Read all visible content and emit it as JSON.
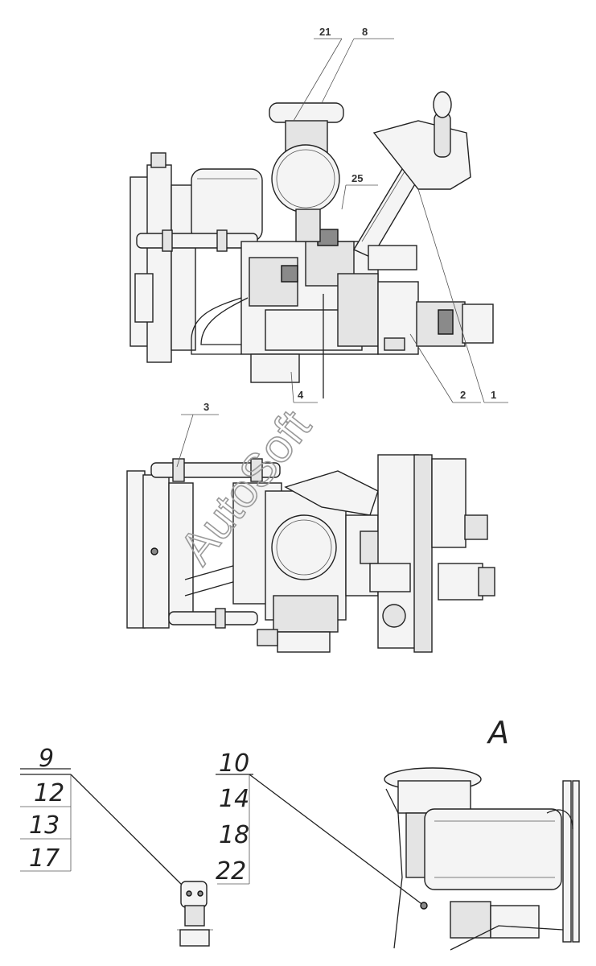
{
  "callouts_top": [
    "21",
    "8",
    "25",
    "4",
    "2",
    "1"
  ],
  "callout_side": "3",
  "view_label": "A",
  "detail_left_labels": [
    "9",
    "12",
    "13",
    "17"
  ],
  "detail_right_labels": [
    "10",
    "14",
    "18",
    "22"
  ],
  "watermark": "AutoSoft"
}
